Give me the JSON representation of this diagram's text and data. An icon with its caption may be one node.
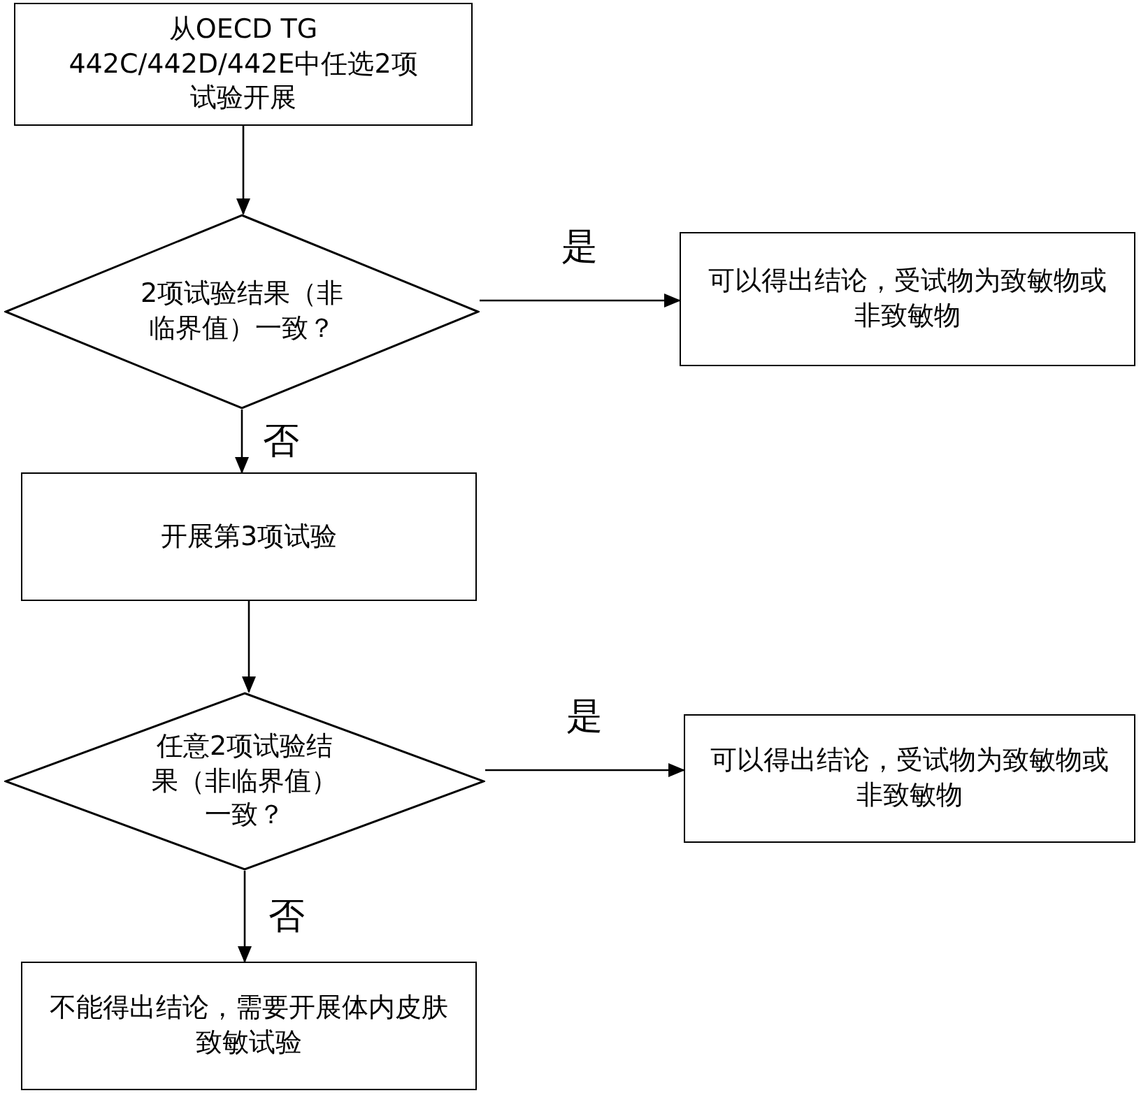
{
  "diagram": {
    "nodes": [
      {
        "text": [
          "从OECD TG 442C/442D/442E中任选2项试验开展"
        ]
      },
      {
        "text": [
          "2项试验结果（非临界值）一致？"
        ]
      },
      {
        "text": [
          "可以得出结论，受试物为致敏物或非致敏物"
        ]
      },
      {
        "text": [
          "开展第3项试验"
        ]
      },
      {
        "text": [
          "任意2项试验结果（非临界值）一致？"
        ]
      },
      {
        "text": [
          "可以得出结论，受试物为致敏物或非致敏物"
        ]
      },
      {
        "text": [
          "不能得出结论，需要开展体内皮肤致敏试验"
        ]
      }
    ],
    "edges": [
      {
        "from": 0,
        "to": 1,
        "arrow": "to"
      },
      {
        "from": 1,
        "to": 2,
        "arrow": "to",
        "label": "是"
      },
      {
        "from": 1,
        "to": 3,
        "arrow": "to",
        "label": "否"
      },
      {
        "from": 3,
        "to": 4,
        "arrow": "to"
      },
      {
        "from": 4,
        "to": 5,
        "arrow": "to",
        "label": "是"
      },
      {
        "from": 4,
        "to": 6,
        "arrow": "to",
        "label": "否"
      }
    ]
  }
}
